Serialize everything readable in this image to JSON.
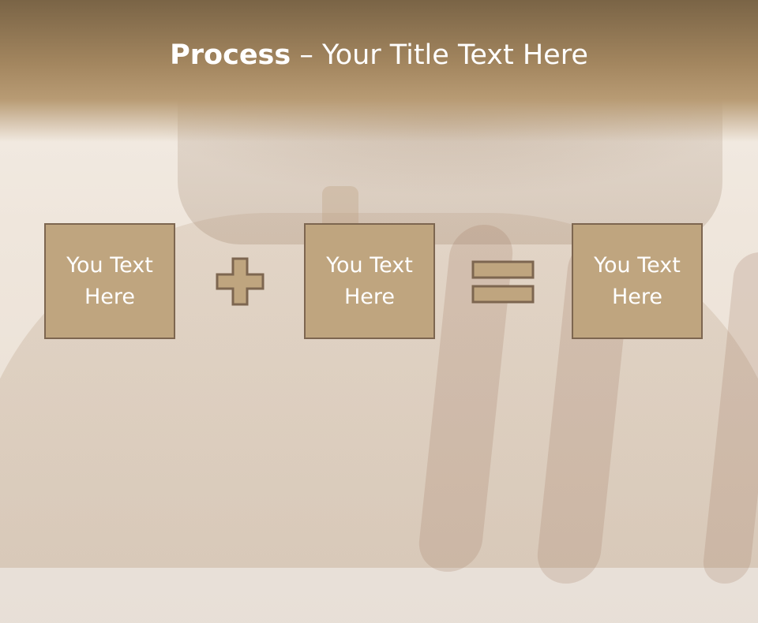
{
  "slide": {
    "title_bold": "Process",
    "title_rest": " – Your Title Text Here"
  },
  "boxes": [
    {
      "label": "You Text Here"
    },
    {
      "label": "You Text Here"
    },
    {
      "label": "You Text Here"
    }
  ],
  "colors": {
    "box_fill": "#bfa57f",
    "box_border": "#7d6650",
    "title_bar": "#a3865f"
  },
  "icons": {
    "operator_1": "plus-icon",
    "operator_2": "equals-icon"
  }
}
